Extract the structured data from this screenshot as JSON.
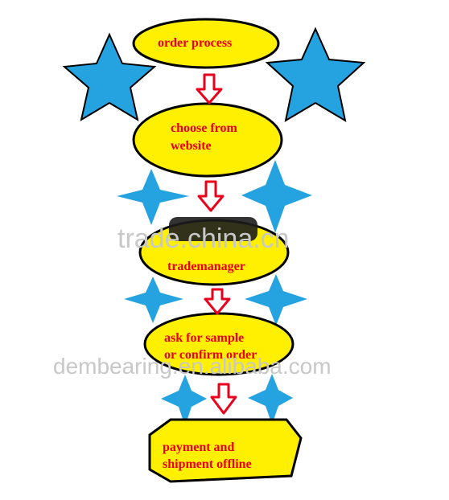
{
  "diagram": {
    "colors": {
      "node_fill": "#ffef00",
      "node_stroke": "#000000",
      "text": "#e8001c",
      "arrow": "#e8001c",
      "star": "#24a3e0",
      "watermark": "#c8c8c8"
    },
    "nodes": [
      {
        "id": "order-process",
        "lines": [
          "order process"
        ]
      },
      {
        "id": "choose-from-website",
        "lines": [
          "choose from",
          "website"
        ]
      },
      {
        "id": "trademanager",
        "lines": [
          "trademanager"
        ]
      },
      {
        "id": "ask-for-sample",
        "lines": [
          "ask for sample",
          "or confirm order"
        ]
      },
      {
        "id": "payment-shipment",
        "lines": [
          "payment and",
          "shipment offline"
        ]
      }
    ],
    "edges": [
      {
        "from": "order-process",
        "to": "choose-from-website"
      },
      {
        "from": "choose-from-website",
        "to": "trademanager"
      },
      {
        "from": "trademanager",
        "to": "ask-for-sample"
      },
      {
        "from": "ask-for-sample",
        "to": "payment-shipment"
      }
    ],
    "watermarks": [
      "trade.china.cn",
      "dembearing.en.alibaba.com"
    ]
  }
}
